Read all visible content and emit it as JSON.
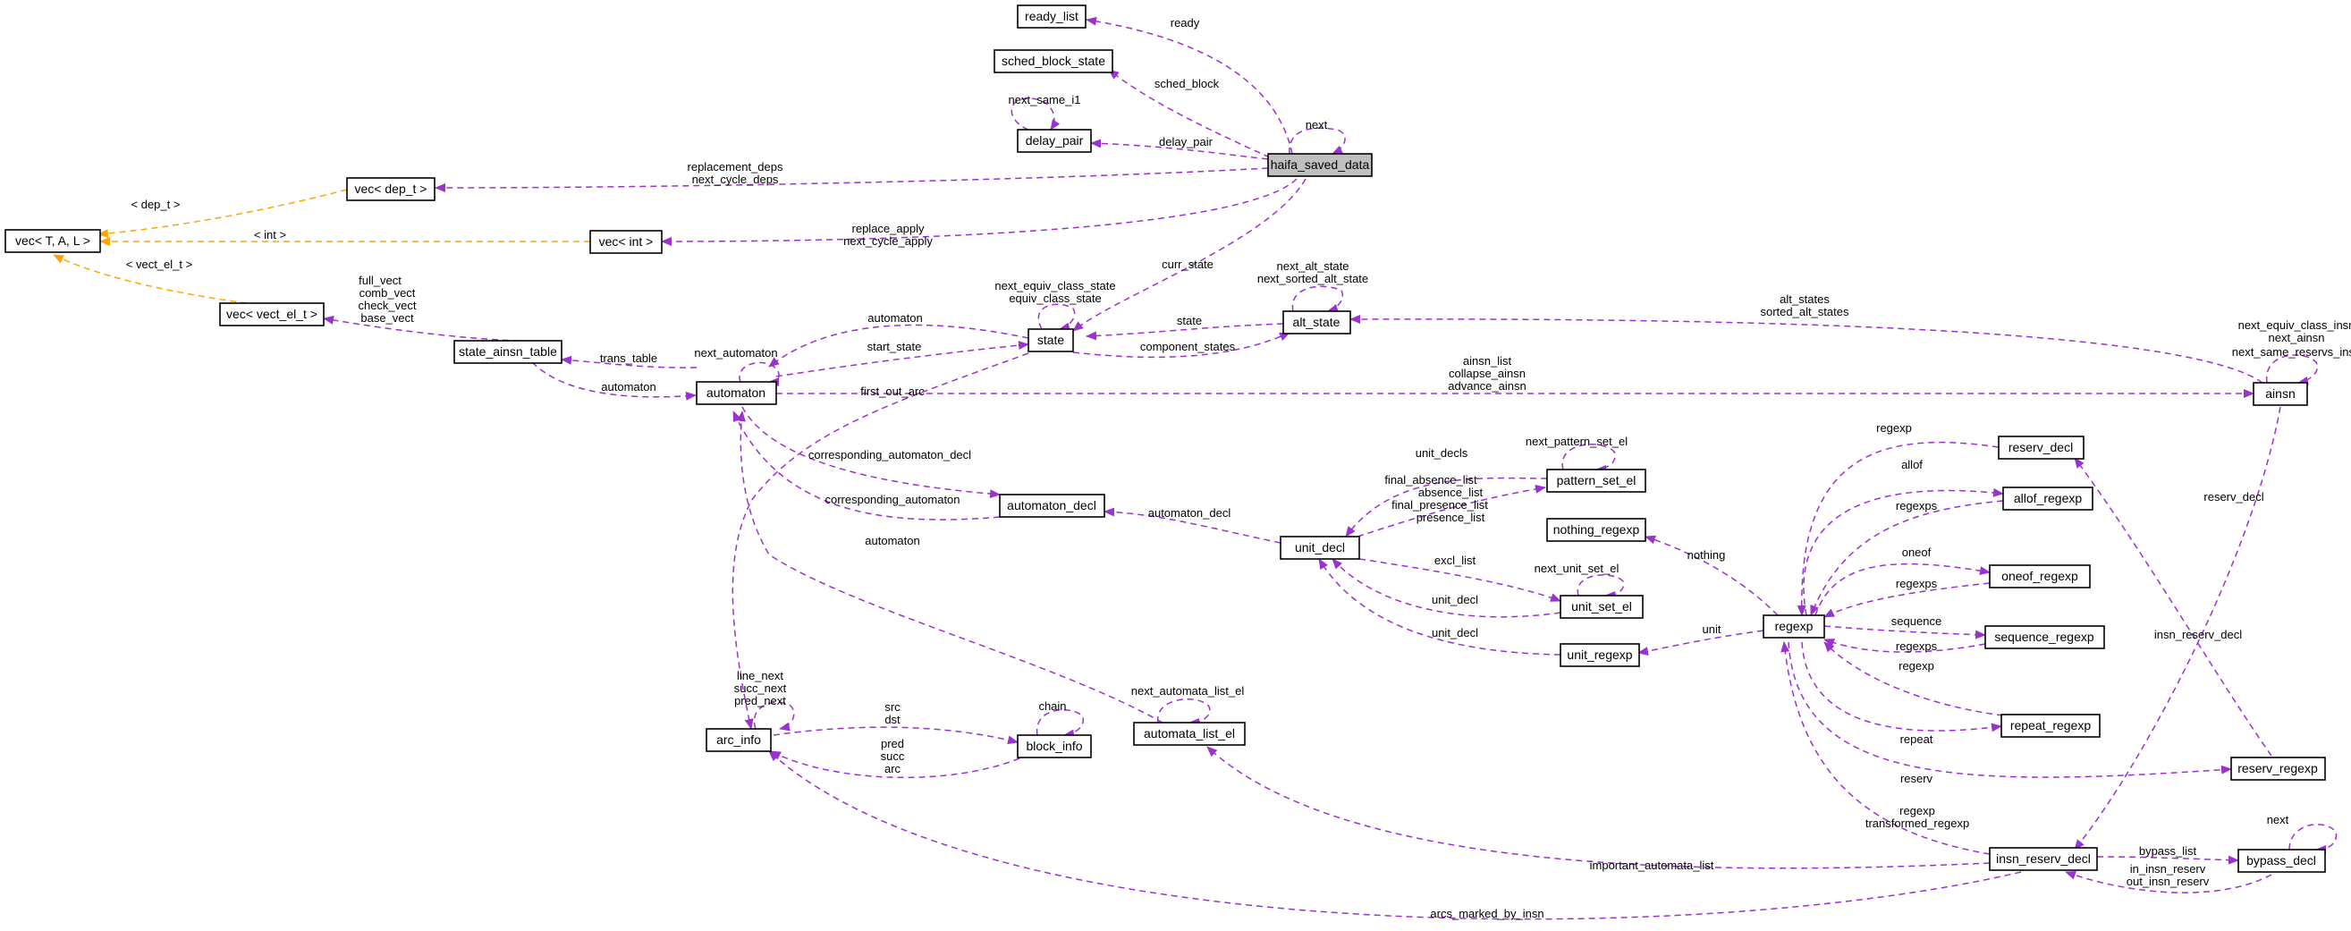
{
  "nodes": {
    "ready_list": "ready_list",
    "sched_block_state": "sched_block_state",
    "delay_pair": "delay_pair",
    "haifa_saved_data": "haifa_saved_data",
    "vec_dep_t": "vec< dep_t >",
    "vec_tal": "vec< T, A, L >",
    "vec_int": "vec< int >",
    "vec_vect_el_t": "vec< vect_el_t >",
    "state_ainsn_table": "state_ainsn_table",
    "automaton": "automaton",
    "state": "state",
    "alt_state": "alt_state",
    "ainsn": "ainsn",
    "automaton_decl": "automaton_decl",
    "unit_decl": "unit_decl",
    "pattern_set_el": "pattern_set_el",
    "nothing_regexp": "nothing_regexp",
    "reserv_decl": "reserv_decl",
    "allof_regexp": "allof_regexp",
    "oneof_regexp": "oneof_regexp",
    "unit_set_el": "unit_set_el",
    "regexp": "regexp",
    "sequence_regexp": "sequence_regexp",
    "unit_regexp": "unit_regexp",
    "repeat_regexp": "repeat_regexp",
    "arc_info": "arc_info",
    "block_info": "block_info",
    "automata_list_el": "automata_list_el",
    "reserv_regexp": "reserv_regexp",
    "insn_reserv_decl": "insn_reserv_decl",
    "bypass_decl": "bypass_decl"
  },
  "edge_labels": {
    "ready": "ready",
    "sched_block": "sched_block",
    "next_same_i1": "next_same_i1",
    "delay_pair": "delay_pair",
    "next": "next",
    "replacement_deps": "replacement_deps",
    "next_cycle_deps": "next_cycle_deps",
    "dep_t": "< dep_t >",
    "int": "< int >",
    "replace_apply": "replace_apply",
    "next_cycle_apply": "next_cycle_apply",
    "vect_el_t": "< vect_el_t >",
    "full_vect": "full_vect",
    "comb_vect": "comb_vect",
    "check_vect": "check_vect",
    "base_vect": "base_vect",
    "curr_state": "curr_state",
    "next_alt_state": "next_alt_state",
    "next_sorted_alt_state": "next_sorted_alt_state",
    "alt_states": "alt_states",
    "sorted_alt_states": "sorted_alt_states",
    "next_equiv_class_state": "next_equiv_class_state",
    "equiv_class_state": "equiv_class_state",
    "automaton": "automaton",
    "state": "state",
    "start_state": "start_state",
    "component_states": "component_states",
    "next_equiv_class_insn": "next_equiv_class_insn",
    "next_ainsn": "next_ainsn",
    "next_same_reservs_insn": "next_same_reservs_insn",
    "trans_table": "trans_table",
    "next_automaton": "next_automaton",
    "ainsn_list": "ainsn_list",
    "collapse_ainsn": "collapse_ainsn",
    "advance_ainsn": "advance_ainsn",
    "first_out_arc": "first_out_arc",
    "corresponding_automaton_decl": "corresponding_automaton_decl",
    "corresponding_automaton": "corresponding_automaton",
    "automaton_decl": "automaton_decl",
    "unit_decls": "unit_decls",
    "next_pattern_set_el": "next_pattern_set_el",
    "final_absence_list": "final_absence_list",
    "absence_list": "absence_list",
    "final_presence_list": "final_presence_list",
    "presence_list": "presence_list",
    "regexp": "regexp",
    "allof": "allof",
    "regexps": "regexps",
    "oneof": "oneof",
    "sequence": "sequence",
    "repeat": "repeat",
    "reserv": "reserv",
    "reserv_decl": "reserv_decl",
    "nothing": "nothing",
    "excl_list": "excl_list",
    "next_unit_set_el": "next_unit_set_el",
    "unit_decl": "unit_decl",
    "unit": "unit",
    "insn_reserv_decl": "insn_reserv_decl",
    "line_next": "line_next",
    "succ_next": "succ_next",
    "pred_next": "pred_next",
    "src": "src",
    "dst": "dst",
    "chain": "chain",
    "pred": "pred",
    "succ": "succ",
    "arc": "arc",
    "next_automata_list_el": "next_automata_list_el",
    "transformed_regexp": "transformed_regexp",
    "important_automata_list": "important_automata_list",
    "bypass_list": "bypass_list",
    "in_insn_reserv": "in_insn_reserv",
    "out_insn_reserv": "out_insn_reserv",
    "arcs_marked_by_insn": "arcs_marked_by_insn"
  },
  "colors": {
    "uses_edge": "#9a32cd",
    "template_edge": "#ffa500",
    "highlight_node": "#bfbfbf",
    "node_border": "#000000"
  }
}
